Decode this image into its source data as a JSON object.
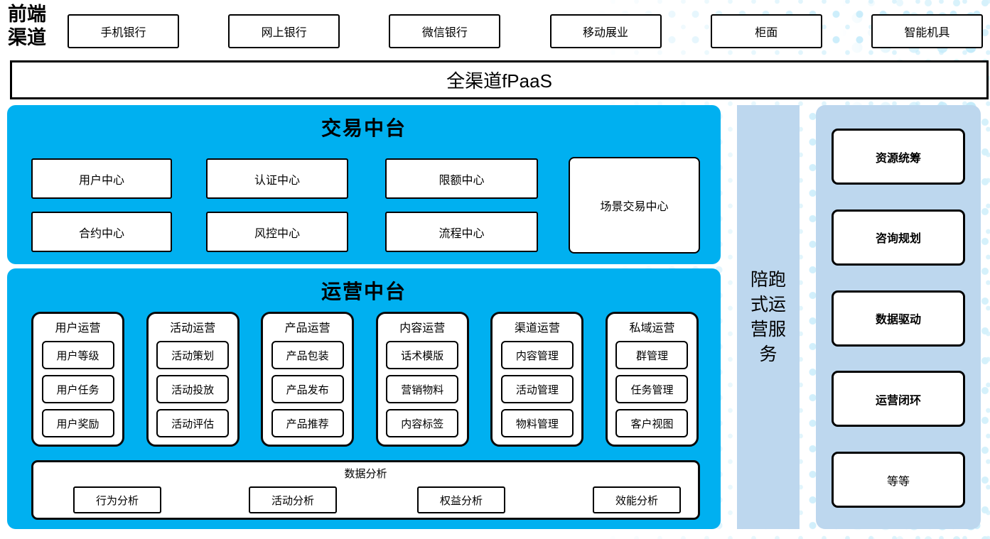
{
  "colors": {
    "primary_blue": "#00B0F0",
    "light_blue": "#BDD7EE",
    "dot_pattern": "#CBEDFB",
    "box_border": "#000000",
    "box_bg": "#FFFFFF"
  },
  "frontend": {
    "label": "前端渠道",
    "channels": [
      "手机银行",
      "网上银行",
      "微信银行",
      "移动展业",
      "柜面",
      "智能机具"
    ]
  },
  "fpaas": {
    "label": "全渠道fPaaS"
  },
  "transaction": {
    "title": "交易中台",
    "centers": [
      "用户中心",
      "认证中心",
      "限额中心",
      "合约中心",
      "风控中心",
      "流程中心"
    ],
    "scenario": "场景交易中心"
  },
  "operation": {
    "title": "运营中台",
    "columns": [
      {
        "title": "用户运营",
        "items": [
          "用户等级",
          "用户任务",
          "用户奖励"
        ]
      },
      {
        "title": "活动运营",
        "items": [
          "活动策划",
          "活动投放",
          "活动评估"
        ]
      },
      {
        "title": "产品运营",
        "items": [
          "产品包装",
          "产品发布",
          "产品推荐"
        ]
      },
      {
        "title": "内容运营",
        "items": [
          "话术模版",
          "营销物料",
          "内容标签"
        ]
      },
      {
        "title": "渠道运营",
        "items": [
          "内容管理",
          "活动管理",
          "物料管理"
        ]
      },
      {
        "title": "私域运营",
        "items": [
          "群管理",
          "任务管理",
          "客户视图"
        ]
      }
    ],
    "analysis": {
      "title": "数据分析",
      "items": [
        "行为分析",
        "活动分析",
        "权益分析",
        "效能分析"
      ]
    }
  },
  "side_service": {
    "label": "陪跑式运营服务"
  },
  "services": {
    "items": [
      "资源统筹",
      "咨询规划",
      "数据驱动",
      "运营闭环",
      "等等"
    ]
  }
}
